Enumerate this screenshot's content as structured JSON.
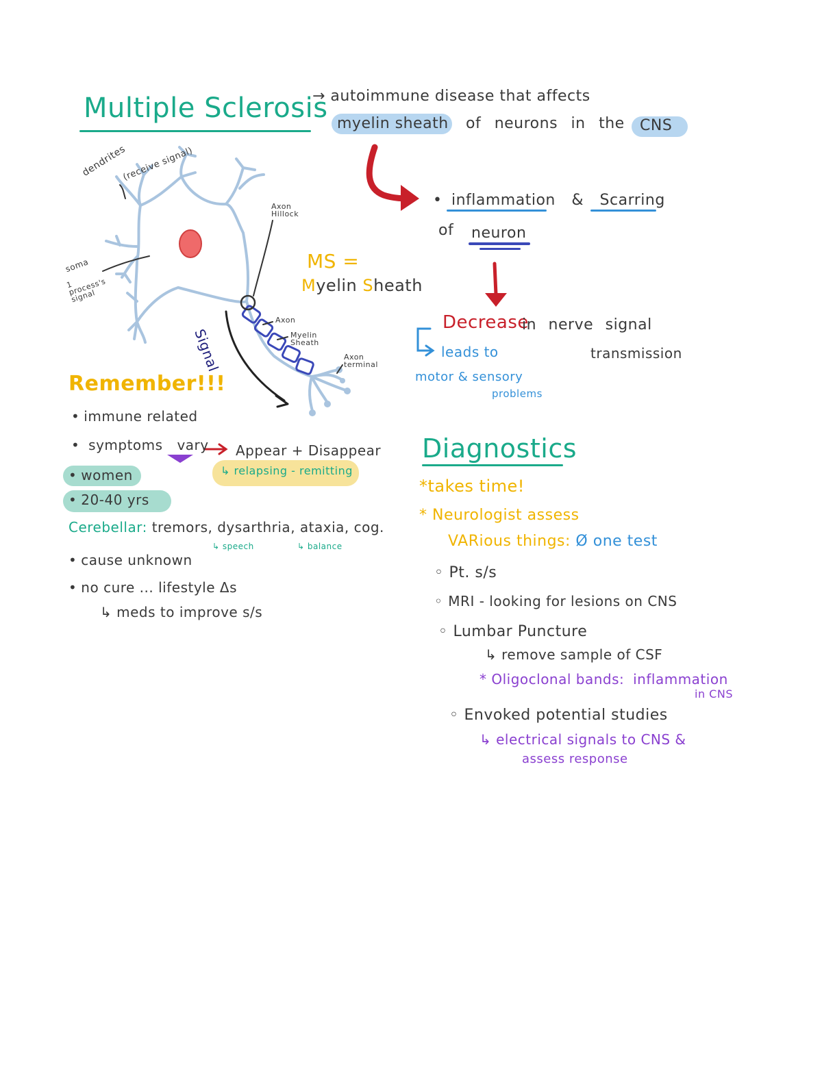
{
  "colors": {
    "teal": "#1aaa8a",
    "yellow": "#f0b400",
    "red": "#c8202a",
    "blue": "#3390d8",
    "navy": "#1c1c7a",
    "purple": "#8a40d0",
    "dark": "#3a3a3a",
    "neuron": "#a9c4df",
    "highlight_blue": "#b7d6f0",
    "highlight_teal": "#a7dccf",
    "highlight_yellow": "#f7e39a"
  },
  "title": "Multiple Sclerosis",
  "definition": {
    "line1": "→ autoimmune disease that affects",
    "myelin": "myelin sheath",
    "mid": "of neurons in the",
    "cns": "CNS"
  },
  "diagram": {
    "dendrites": "dendrites",
    "receive": "(receive signal)",
    "axon_hillock": "Axon Hillock",
    "soma": "soma",
    "soma_note": "1 process's signal",
    "axon": "Axon",
    "myelin_sheath": "Myelin Sheath",
    "axon_terminal": "Axon terminal",
    "signal": "Signal",
    "icons": [
      "neuron-diagram",
      "nucleus-icon",
      "signal-arrow-icon"
    ]
  },
  "flow": {
    "inflammation": "inflammation",
    "amp": "&",
    "scarring": "Scarring",
    "of": "of",
    "neuron": "neuron",
    "decrease": "Decrease",
    "in_nerve": "in nerve signal",
    "leads_to": "leads to",
    "transmission": "transmission",
    "motor": "motor & sensory",
    "problems": "problems"
  },
  "ms_eq": {
    "line1": "MS =",
    "m": "M",
    "yelin": "yelin",
    "s": "S",
    "heath": "heath"
  },
  "remember": {
    "heading": "Remember!!!",
    "immune": "immune related",
    "symptoms": "symptoms",
    "vary": "vary",
    "appear": "Appear + Disappear",
    "relapsing": "relapsing - remitting",
    "women": "women",
    "age": "20-40 yrs",
    "cerebellar_label": "Cerebellar:",
    "cerebellar_items": "tremors, dysarthria, ataxia, cog.",
    "speech": "speech",
    "balance": "balance",
    "cause": "cause unknown",
    "cure": "no cure ... lifestyle Δs",
    "meds": "meds to improve s/s"
  },
  "diagnostics": {
    "heading": "Diagnostics",
    "takes_time": "*takes time!",
    "neuro": "* Neurologist assess",
    "various": "VARious things:",
    "one_test": "Ø one test",
    "pt": "Pt. s/s",
    "mri": "MRI - looking for lesions on CNS",
    "lumbar": "Lumbar Puncture",
    "remove": "remove sample of CSF",
    "oligo": "* Oligoclonal bands:",
    "oligo_inflam": "inflammation",
    "in_cns": "in CNS",
    "evoked": "Envoked potential studies",
    "electrical": "electrical signals to CNS &",
    "assess": "assess response"
  }
}
